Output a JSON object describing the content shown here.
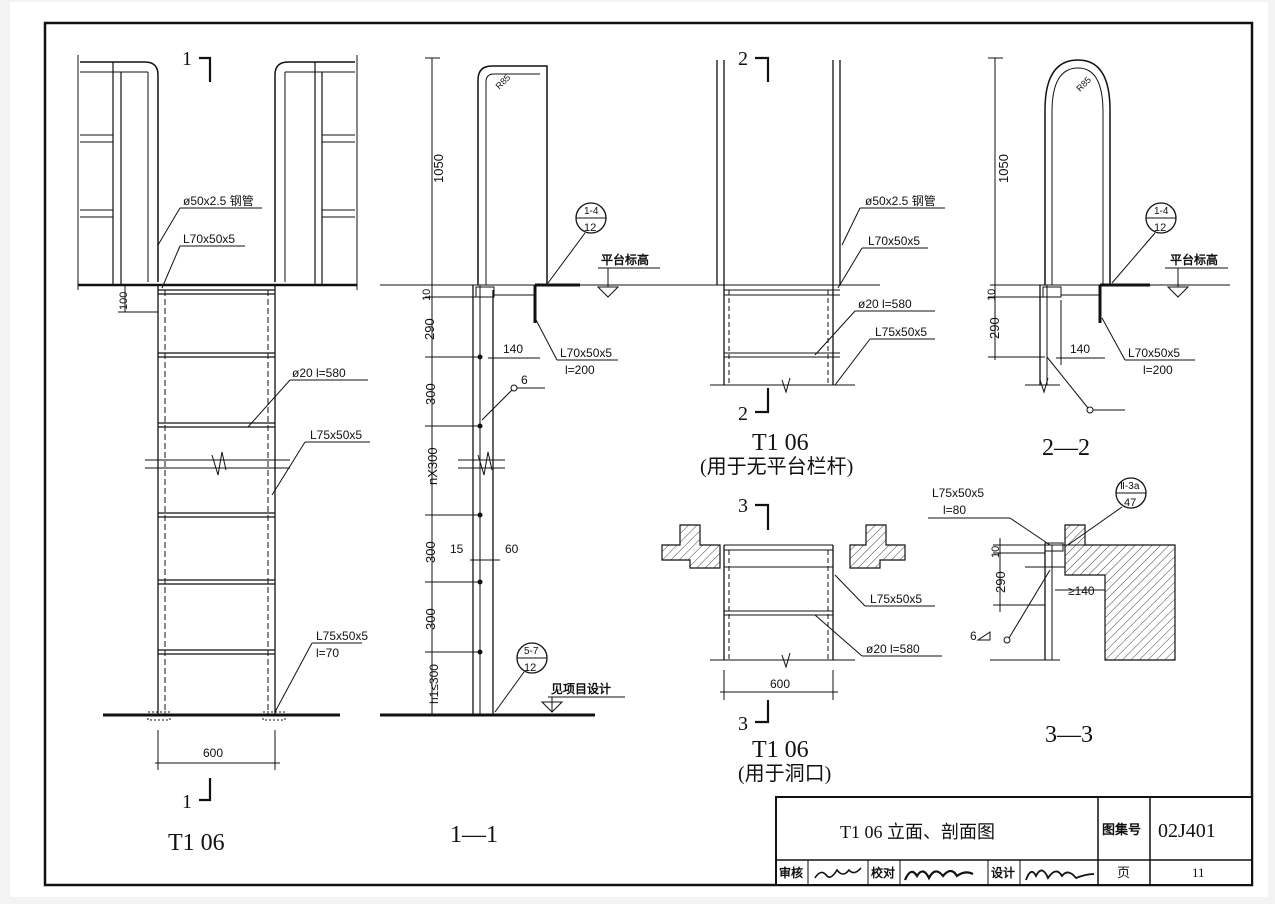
{
  "drawing": {
    "elevation": {
      "section_mark": "1",
      "pipe_label": "ø50x2.5 钢管",
      "angle_label": "L70x50x5",
      "rung_label": "ø20  l=580",
      "side_angle_label": "L75x50x5",
      "bottom_angle_label": "L75x50x5",
      "bottom_angle_len": "l=70",
      "dim_100": "100",
      "dim_600": "600",
      "title": "T1  06"
    },
    "section_1_1": {
      "dims": [
        "1050",
        "10",
        "290",
        "300",
        "nX300",
        "300",
        "300",
        "h1≤300"
      ],
      "radius": "R85",
      "ref_top": "1-4",
      "ref_top_page": "12",
      "platform_label": "平台标高",
      "dim_140": "140",
      "angle_label": "L70x50x5",
      "angle_len": "l=200",
      "weld": "6",
      "dim_15": "15",
      "dim_60": "60",
      "ref_bottom": "5-7",
      "ref_bottom_page": "12",
      "ground_label": "见项目设计",
      "title": "1—1"
    },
    "no_platform": {
      "section_mark": "2",
      "pipe_label": "ø50x2.5 钢管",
      "angle_label": "L70x50x5",
      "rung_label": "ø20  l=580",
      "side_angle_label": "L75x50x5",
      "title": "T1  06",
      "subtitle": "(用于无平台栏杆)"
    },
    "section_2_2": {
      "dims": [
        "1050",
        "10",
        "290"
      ],
      "radius": "R85",
      "ref_top": "1-4",
      "ref_top_page": "12",
      "platform_label": "平台标高",
      "dim_140": "140",
      "angle_label": "L70x50x5",
      "angle_len": "l=200",
      "title": "2—2"
    },
    "opening": {
      "section_mark": "3",
      "side_angle_label": "L75x50x5",
      "rung_label": "ø20  l=580",
      "dim_600": "600",
      "title": "T1  06",
      "subtitle": "(用于洞口)"
    },
    "section_3_3": {
      "angle_label": "L75x50x5",
      "angle_len": "l=80",
      "ref": "Ⅱ-3a",
      "ref_page": "47",
      "dims": [
        "10",
        "290"
      ],
      "dim_140": "≥140",
      "weld": "6",
      "title": "3—3"
    }
  },
  "title_block": {
    "title": "T1  06   立面、剖面图",
    "atlas_label": "图集号",
    "atlas_no": "02J401",
    "review_label": "审核",
    "check_label": "校对",
    "design_label": "设计",
    "page_label": "页",
    "page_no": "11"
  }
}
